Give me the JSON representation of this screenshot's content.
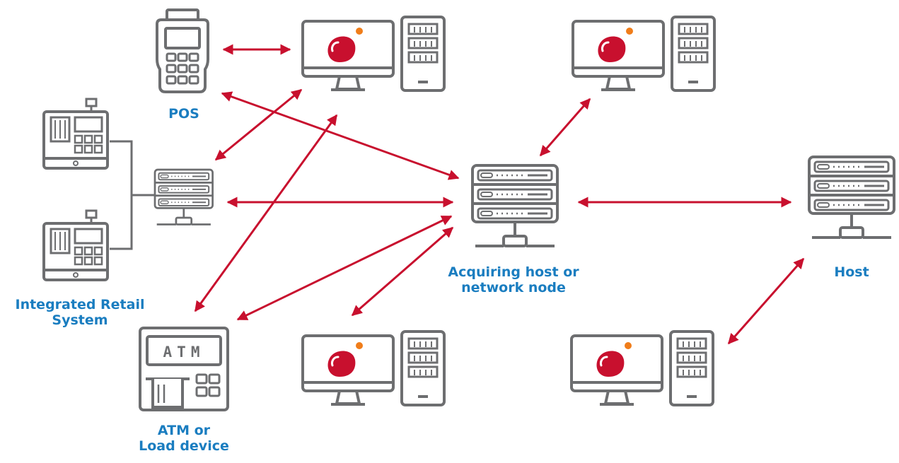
{
  "colors": {
    "line": "#6d6e70",
    "arrow": "#c8102e",
    "label": "#1a7dc0",
    "logo": "#c8102e",
    "logo_dot": "#f07d1a"
  },
  "labels": {
    "pos": "POS",
    "integrated_retail": [
      "Integrated Retail",
      "System"
    ],
    "atm": [
      "ATM or",
      "Load device"
    ],
    "acquiring": [
      "Acquiring host or",
      "network node"
    ],
    "host": "Host"
  },
  "atm_screen_text": "ATM",
  "icons": {
    "pos_terminal": "pos-terminal-icon",
    "cash_register": "cash-register-icon",
    "store_server": "server-stack-icon",
    "atm": "atm-icon",
    "workstation": "workstation-icon",
    "acquiring_server": "server-stack-icon",
    "host_server": "server-stack-icon"
  }
}
